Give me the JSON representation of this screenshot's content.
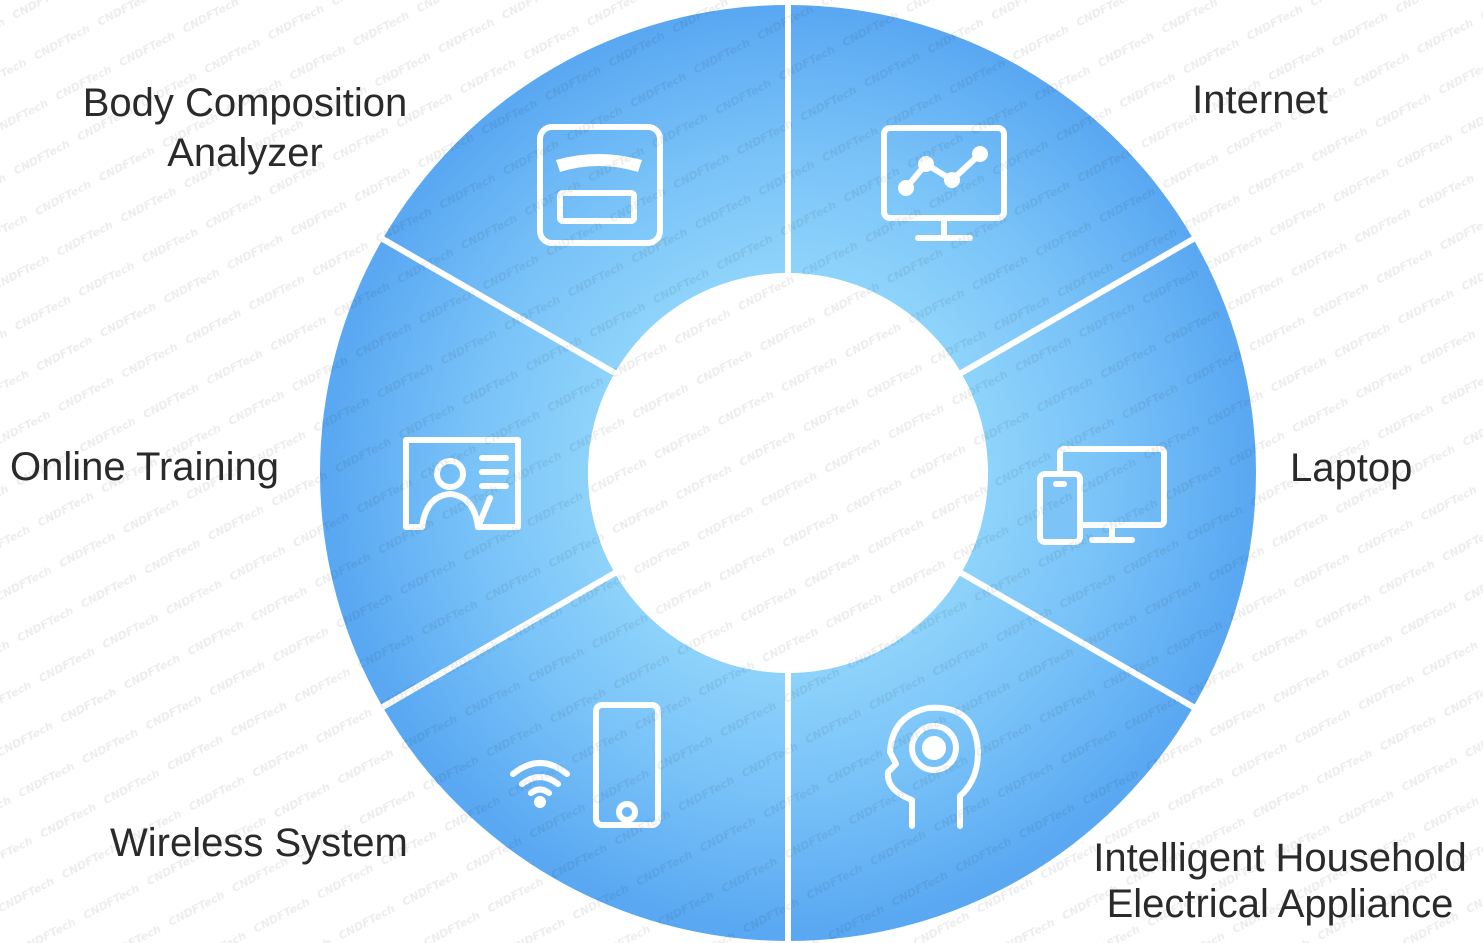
{
  "colors": {
    "segment_light": "#86cffa",
    "segment_dark": "#56a7f2",
    "divider": "#ffffff",
    "icon_stroke": "#ffffff",
    "label_text": "#2a2a2a",
    "watermark": "#e6e6e6"
  },
  "watermark_text": "CNDFTech",
  "segments": [
    {
      "label_lines": [
        "Body Composition",
        "Analyzer"
      ],
      "icon": "scale-analyzer-icon"
    },
    {
      "label_lines": [
        "Internet"
      ],
      "icon": "monitor-chart-icon"
    },
    {
      "label_lines": [
        "Laptop"
      ],
      "icon": "devices-icon"
    },
    {
      "label_lines": [
        "Intelligent Household",
        "Electrical Appliance"
      ],
      "icon": "head-gear-icon"
    },
    {
      "label_lines": [
        "Wireless System"
      ],
      "icon": "wifi-phone-icon"
    },
    {
      "label_lines": [
        "Online Training"
      ],
      "icon": "presenter-board-icon"
    }
  ]
}
